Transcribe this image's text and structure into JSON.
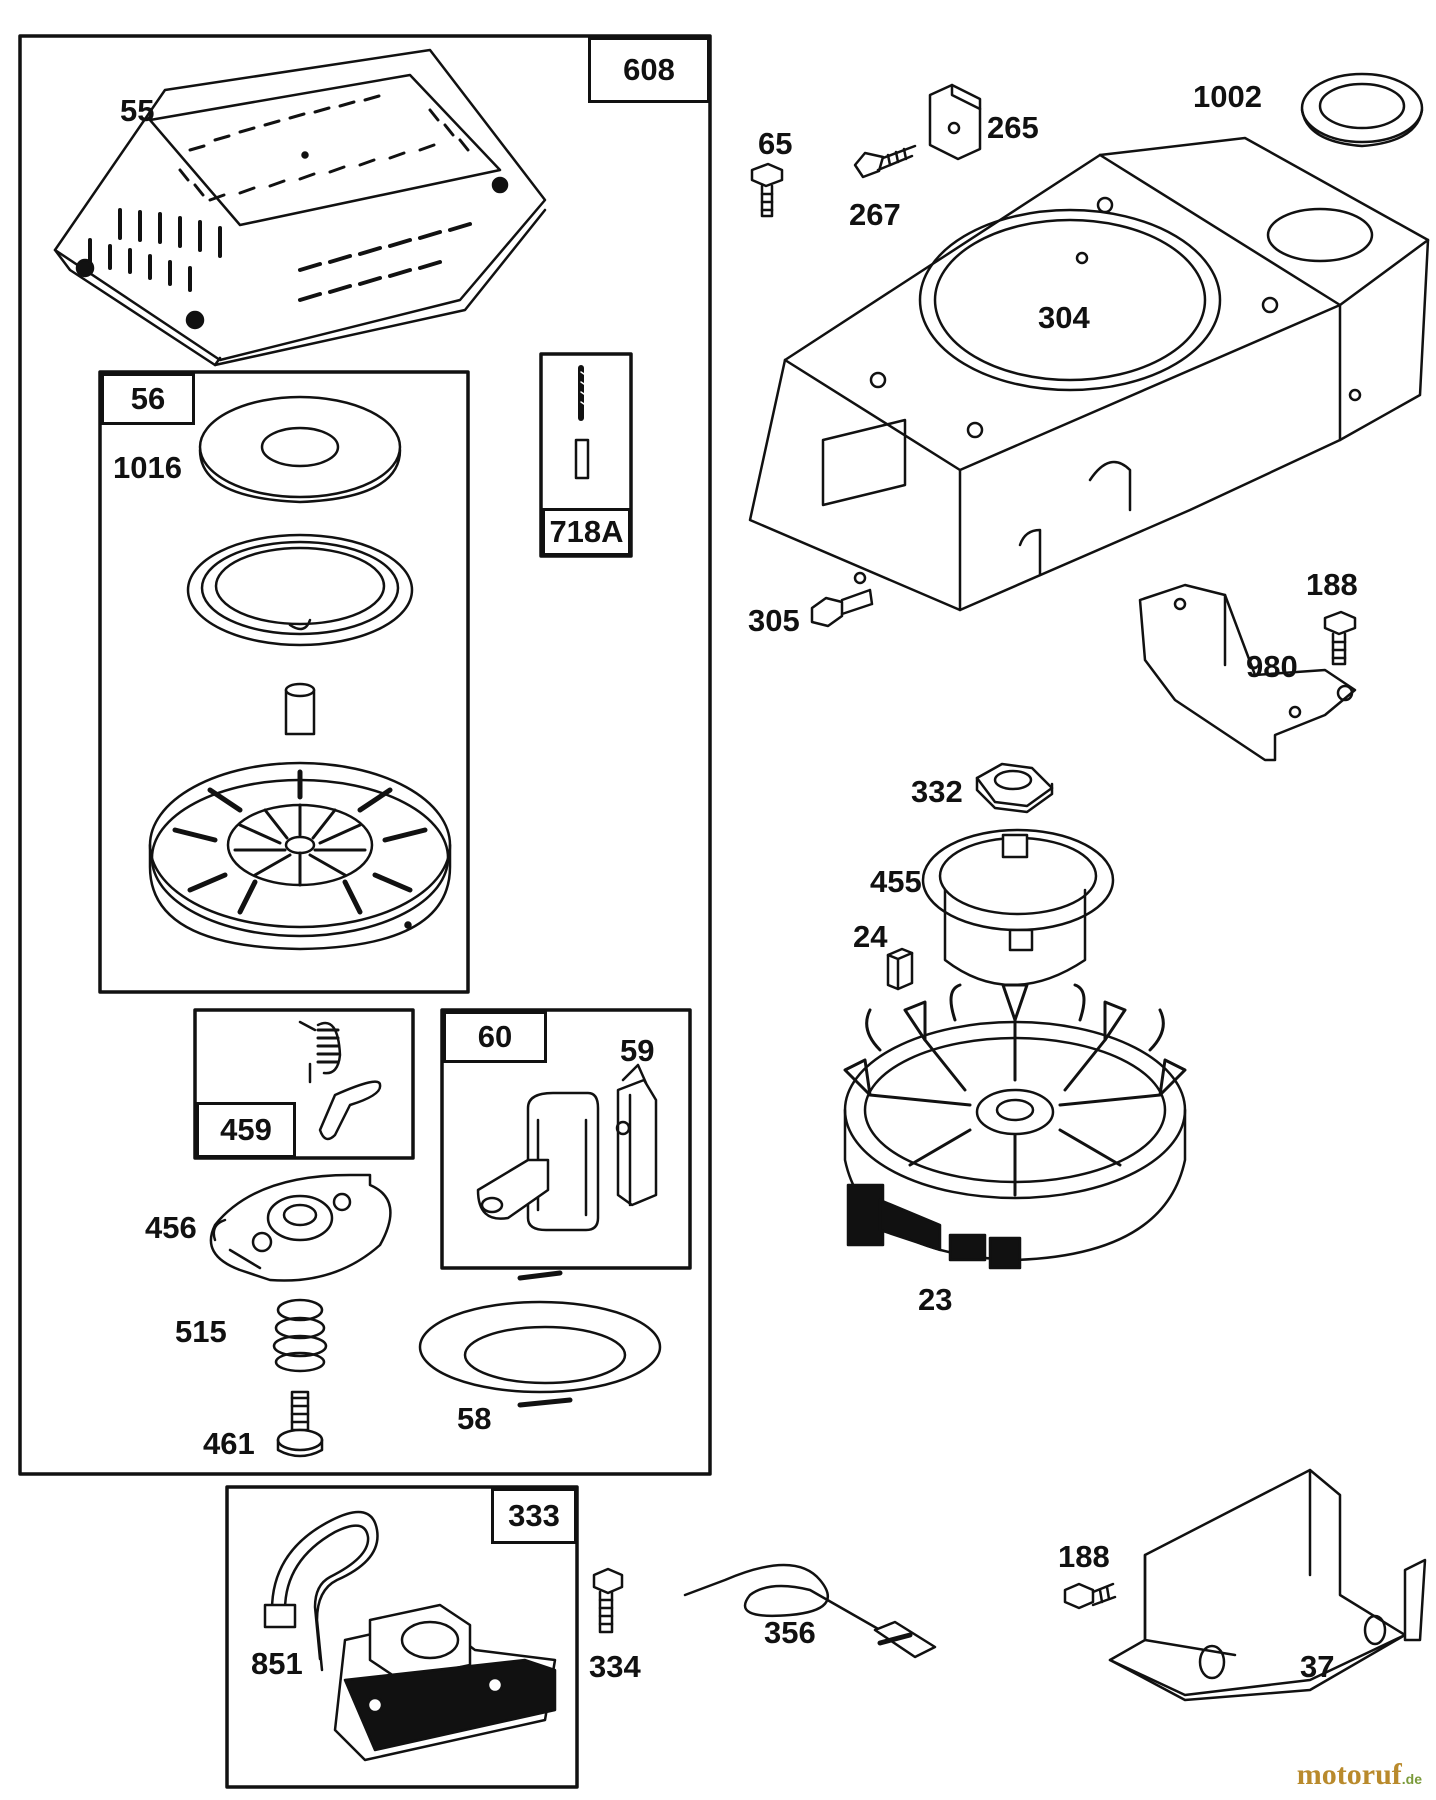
{
  "kits": {
    "k608": "608",
    "k56": "56",
    "k718A": "718A",
    "k459": "459",
    "k60": "60",
    "k333": "333"
  },
  "parts": {
    "p55": "55",
    "p1016": "1016",
    "p456": "456",
    "p515": "515",
    "p461": "461",
    "p59": "59",
    "p58": "58",
    "p65": "65",
    "p267": "267",
    "p265": "265",
    "p1002": "1002",
    "p304": "304",
    "p305": "305",
    "p188a": "188",
    "p980": "980",
    "p332": "332",
    "p455": "455",
    "p24": "24",
    "p23": "23",
    "p851": "851",
    "p334": "334",
    "p356": "356",
    "p188b": "188",
    "p37": "37"
  },
  "watermark": {
    "brand": "motoruf",
    "suffix": ".de"
  }
}
